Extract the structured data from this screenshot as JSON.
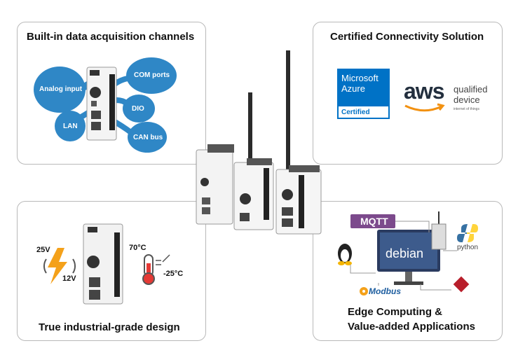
{
  "panels": {
    "acquisition": {
      "title": "Built-in data acquisition channels",
      "labels": {
        "analog_input": "Analog input",
        "lan": "LAN",
        "com_ports": "COM ports",
        "dio": "DIO",
        "can_bus": "CAN bus"
      }
    },
    "connectivity": {
      "title": "Certified Connectivity Solution",
      "azure": {
        "line1": "Microsoft",
        "line2": "Azure",
        "badge": "Certified"
      },
      "aws": {
        "text": "aws"
      },
      "qualified": {
        "line1": "qualified",
        "line2": "device",
        "line3": "internet of things"
      }
    },
    "industrial": {
      "title": "True industrial-grade design",
      "voltage_high": "25V",
      "voltage_low": "12V",
      "temp_high": "70°C",
      "temp_low": "-25°C"
    },
    "edge": {
      "title_line1": "Edge Computing &",
      "title_line2": "Value-added Applications",
      "mqtt": "MQTT",
      "debian": "debian",
      "python": "python",
      "modbus": "Modbus"
    }
  },
  "colors": {
    "bubble_blue": "#2f87c6",
    "panel_border": "#b9b9b9",
    "aws_orange": "#f29111",
    "azure_blue": "#0072c6",
    "lightning": "#f4a11a",
    "debian_red": "#c70036"
  }
}
